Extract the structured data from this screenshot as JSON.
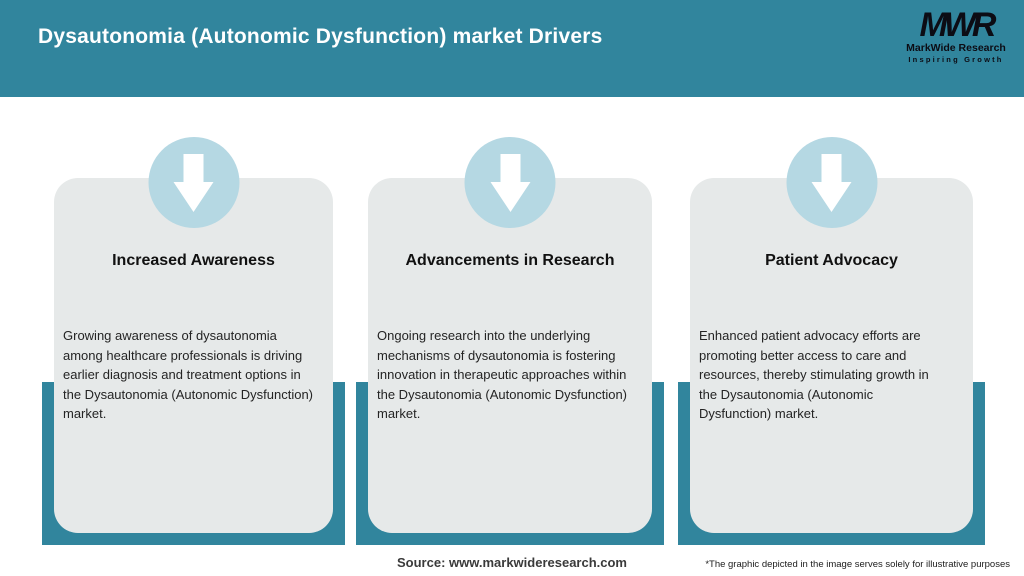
{
  "header": {
    "title": "Dysautonomia (Autonomic Dysfunction) market Drivers"
  },
  "logo": {
    "mark": "MWR",
    "name": "MarkWide Research",
    "tagline": "Inspiring Growth"
  },
  "cards": [
    {
      "title": "Increased Awareness",
      "icon": "down-arrow-icon",
      "description": "Growing awareness of dysautonomia\namong healthcare professionals is driving\nearlier diagnosis and treatment options in\nthe Dysautonomia (Autonomic Dysfunction)\nmarket."
    },
    {
      "title": "Advancements in Research",
      "icon": "down-arrow-icon",
      "description": "Ongoing research into the underlying\nmechanisms of dysautonomia is fostering\ninnovation in therapeutic approaches within\nthe Dysautonomia (Autonomic Dysfunction)\nmarket."
    },
    {
      "title": "Patient Advocacy",
      "icon": "down-arrow-icon",
      "description": "Enhanced patient advocacy efforts are\npromoting better access to care and\nresources, thereby stimulating growth in\nthe Dysautonomia (Autonomic\nDysfunction) market."
    }
  ],
  "footer": {
    "source": "Source: www.markwideresearch.com",
    "disclaimer": "*The graphic depicted in the image serves solely for illustrative purposes"
  },
  "colors": {
    "teal": "#31859D",
    "circle_blue": "#B5D8E3",
    "card_gray": "#E6E9E9",
    "title_text": "#FFFFFF",
    "logo_text": "#0C0C14"
  }
}
